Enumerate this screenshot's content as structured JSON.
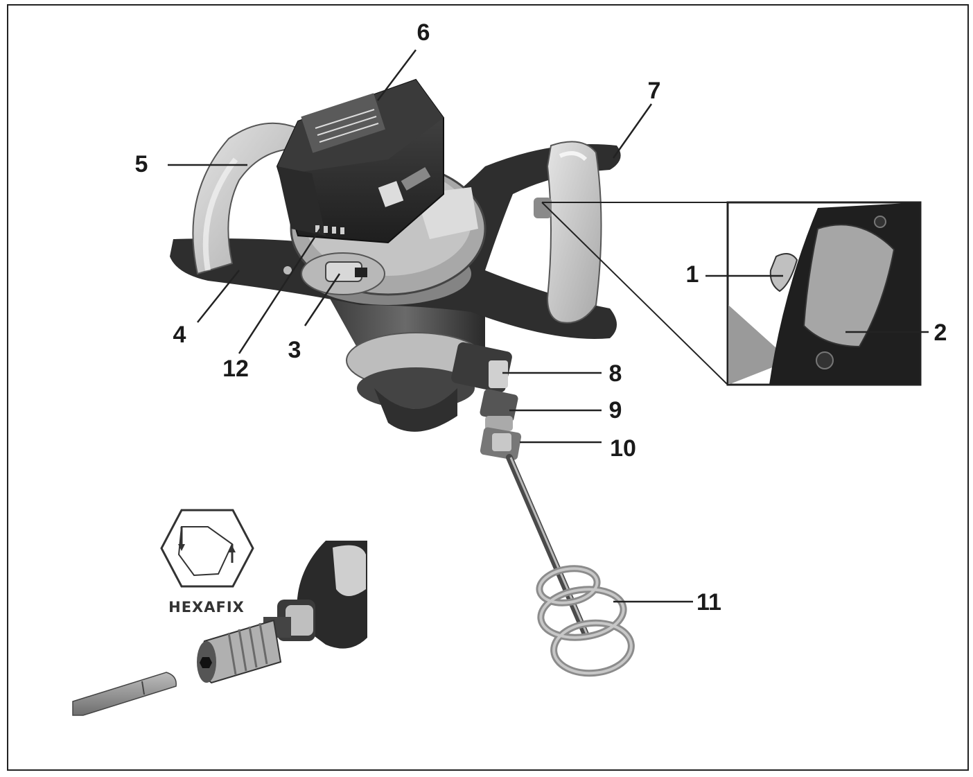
{
  "callouts": {
    "c1": "1",
    "c2": "2",
    "c3": "3",
    "c4": "4",
    "c5": "5",
    "c6": "6",
    "c7": "7",
    "c8": "8",
    "c9": "9",
    "c10": "10",
    "c11": "11",
    "c12": "12"
  },
  "logo": {
    "text": "HEXAFIX"
  },
  "colors": {
    "frame": "#222222",
    "dark_body": "#2b2b2b",
    "mid_gray": "#9a9a9a",
    "light_gray": "#cfcfcf"
  }
}
